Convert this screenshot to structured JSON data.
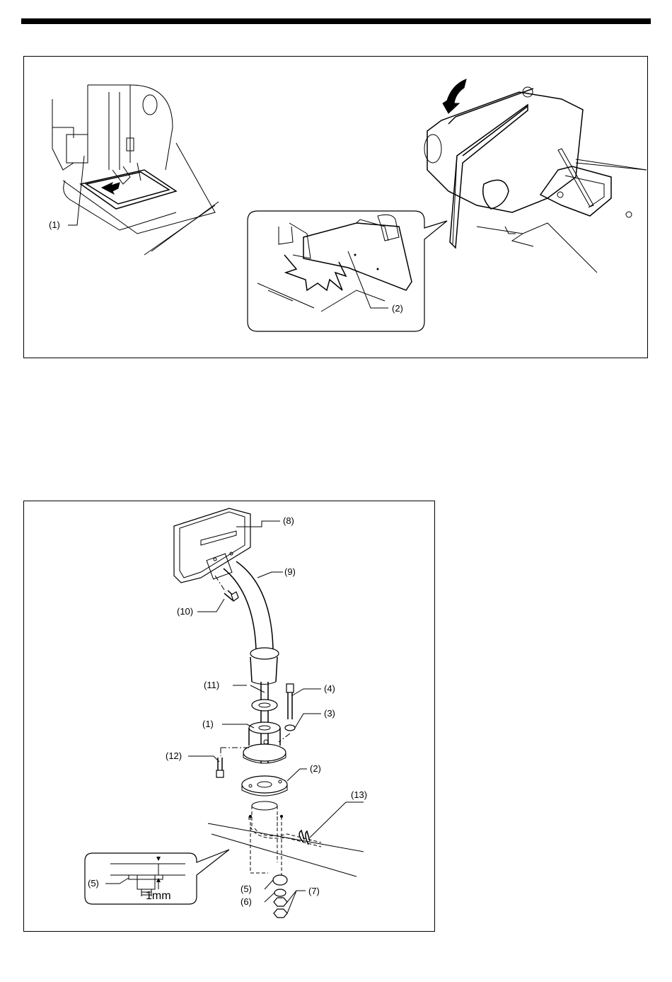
{
  "figure1": {
    "labels": {
      "l1": "(1)",
      "l2": "(2)"
    }
  },
  "figure2": {
    "labels": {
      "l8": "(8)",
      "l9": "(9)",
      "l10": "(10)",
      "l11": "(11)",
      "l4": "(4)",
      "l1": "(1)",
      "l3": "(3)",
      "l12": "(12)",
      "l2": "(2)",
      "l13": "(13)",
      "l5": "(5)",
      "l6": "(6)",
      "l7": "(7)",
      "inset_l5": "(5)",
      "inset_dim": "1mm"
    }
  }
}
